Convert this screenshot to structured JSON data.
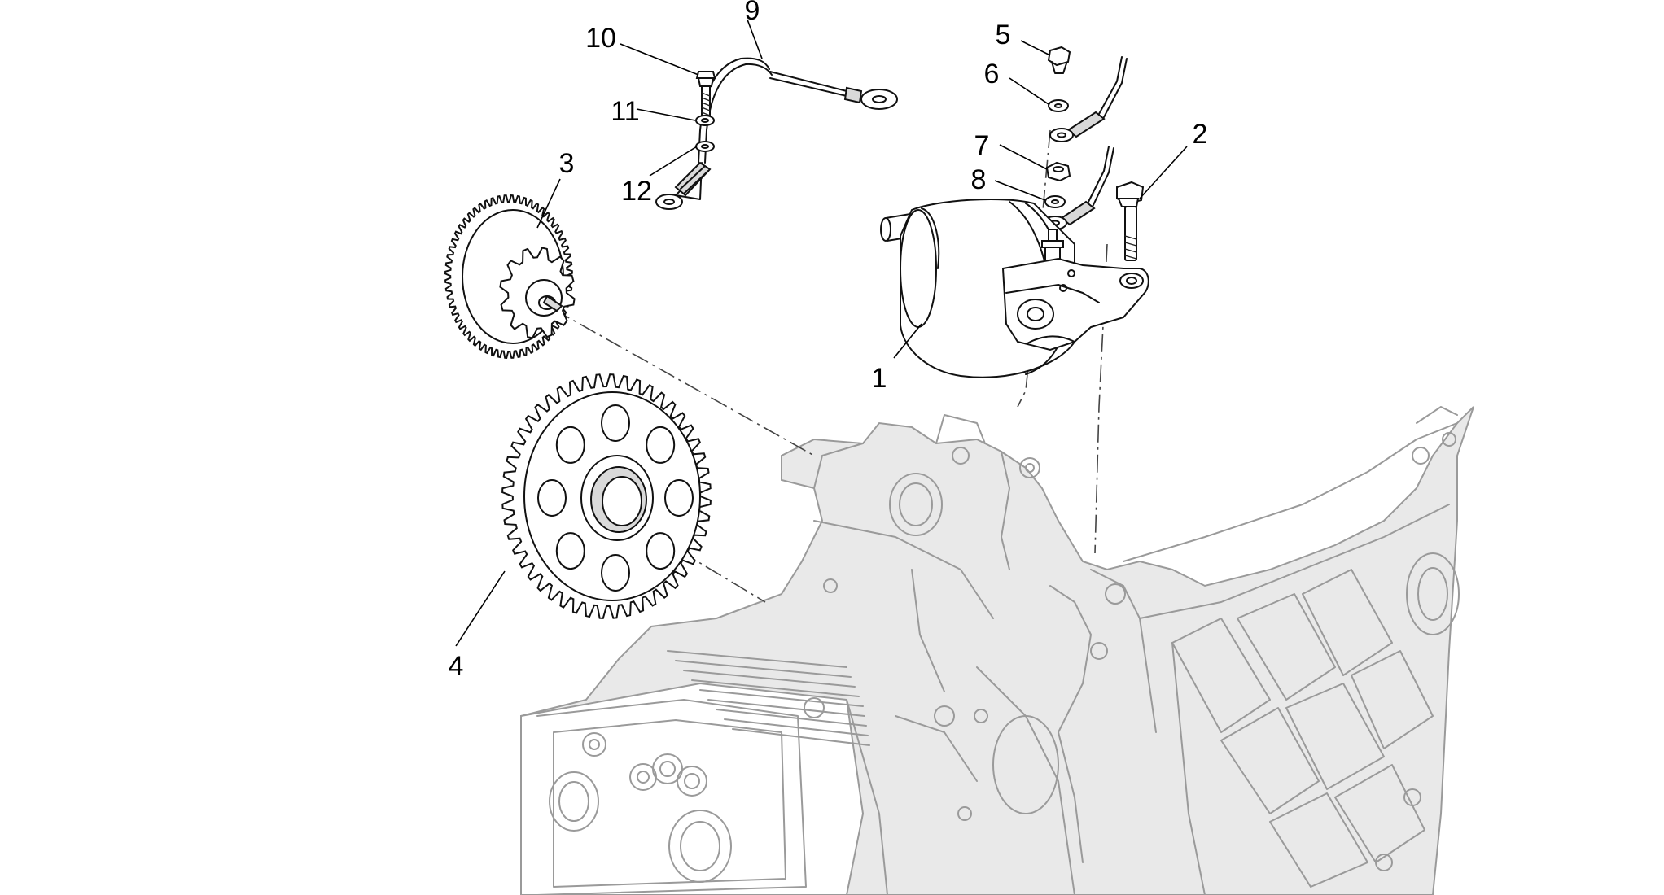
{
  "callouts": [
    {
      "id": "1",
      "label": "1"
    },
    {
      "id": "2",
      "label": "2"
    },
    {
      "id": "3",
      "label": "3"
    },
    {
      "id": "4",
      "label": "4"
    },
    {
      "id": "5",
      "label": "5"
    },
    {
      "id": "6",
      "label": "6"
    },
    {
      "id": "7",
      "label": "7"
    },
    {
      "id": "8",
      "label": "8"
    },
    {
      "id": "9",
      "label": "9"
    },
    {
      "id": "10",
      "label": "10"
    },
    {
      "id": "11",
      "label": "11"
    },
    {
      "id": "12",
      "label": "12"
    }
  ],
  "colors": {
    "line": "#111111",
    "engine_outline": "#9a9a9a",
    "background": "#ffffff"
  }
}
